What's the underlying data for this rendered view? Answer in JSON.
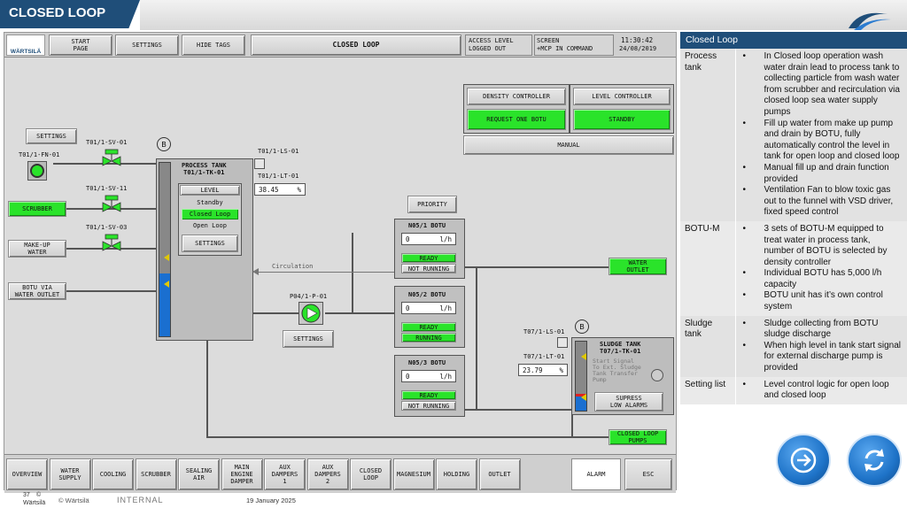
{
  "slide": {
    "title": "CLOSED LOOP",
    "page_number": "37",
    "copyright_top": "©",
    "copyright_company": "Wärtsilä",
    "copyright_footer": "© Wärtsilä",
    "classification": "INTERNAL",
    "date": "19 January 2025",
    "logo_text": "WÄRTSILÄ"
  },
  "hmi": {
    "top_bar": {
      "start_page": "START\nPAGE",
      "settings": "SETTINGS",
      "hide_tags": "HIDE TAGS",
      "screen_title": "CLOSED LOOP",
      "access_label": "ACCESS LEVEL",
      "access_value": "LOGGED OUT",
      "screen_label": "SCREEN",
      "screen_value": "+MCP IN COMMAND",
      "time": "11:30:42",
      "date": "24/08/2019"
    },
    "controllers": {
      "density_title": "DENSITY CONTROLLER",
      "density_value": "REQUEST ONE BOTU",
      "level_title": "LEVEL CONTROLLER",
      "level_value": "STANDBY",
      "manual": "MANUAL"
    },
    "left": {
      "settings": "SETTINGS",
      "fan_tag": "T01/1-FN-01",
      "sv01": "T01/1-SV-01",
      "sv11": "T01/1-SV-11",
      "sv03": "T01/1-SV-03",
      "scrubber": "SCRUBBER",
      "makeup": "MAKE-UP\nWATER",
      "botu_via": "BOTU VIA\nWATER OUTLET"
    },
    "process_tank": {
      "b": "B",
      "title": "PROCESS TANK\nT01/1-TK-01",
      "level_label": "LEVEL",
      "options": [
        "Standby",
        "Closed Loop",
        "Open Loop"
      ],
      "settings": "SETTINGS",
      "ls_tag": "T01/1-LS-01",
      "lt_tag": "T01/1-LT-01",
      "lt_value": "38.45",
      "lt_unit": "%",
      "level_fraction": 0.36
    },
    "pump": {
      "tag": "P04/1-P-01",
      "settings": "SETTINGS",
      "circulation": "Circulation"
    },
    "botu": {
      "priority": "PRIORITY",
      "units": [
        {
          "title": "N05/1 BOTU",
          "flow": "0",
          "unit": "l/h",
          "state": "READY",
          "run": "NOT RUNNING",
          "run_green": false
        },
        {
          "title": "N05/2 BOTU",
          "flow": "0",
          "unit": "l/h",
          "state": "READY",
          "run": "RUNNING",
          "run_green": true
        },
        {
          "title": "N05/3 BOTU",
          "flow": "0",
          "unit": "l/h",
          "state": "READY",
          "run": "NOT RUNNING",
          "run_green": false
        }
      ]
    },
    "water_outlet": "WATER\nOUTLET",
    "sludge": {
      "b": "B",
      "ls_tag": "T07/1-LS-01",
      "lt_tag": "T07/1-LT-01",
      "lt_value": "23.79",
      "lt_unit": "%",
      "title": "SLUDGE TANK\nT07/1-TK-01",
      "signal": "Start Signal\nTo Ext. Sludge\nTank Transfer\nPump",
      "suppress": "SUPRESS\nLOW ALARMS",
      "level_fraction": 0.24
    },
    "closed_loop_pumps": "CLOSED LOOP\nPUMPS",
    "nav": [
      "OVERVIEW",
      "WATER\nSUPPLY",
      "COOLING",
      "SCRUBBER",
      "SEALING\nAIR",
      "MAIN\nENGINE\nDAMPER",
      "AUX\nDAMPERS\n1",
      "AUX\nDAMPERS\n2",
      "CLOSED\nLOOP",
      "MAGNESIUM",
      "HOLDING",
      "OUTLET"
    ],
    "alarm": "ALARM",
    "esc": "ESC"
  },
  "info_table": {
    "heading": "Closed Loop",
    "rows": [
      {
        "label": "Process tank",
        "items": [
          "In Closed loop operation wash water drain lead to process tank to collecting particle from wash water from scrubber and recirculation via closed loop sea water supply pumps",
          "Fill up water from make up pump and drain by BOTU, fully automatically control the level in tank for open loop and closed loop",
          "Manual fill up and drain function provided",
          "Ventilation Fan to blow toxic gas out to the funnel with VSD driver, fixed speed control"
        ]
      },
      {
        "label": "BOTU-M",
        "items": [
          "3 sets of BOTU-M equipped to treat water in process tank, number of BOTU is selected by density controller",
          "Individual BOTU has 5,000 l/h capacity",
          "BOTU unit has it’s own control system"
        ]
      },
      {
        "label": "Sludge tank",
        "items": [
          "Sludge collecting from BOTU sludge discharge",
          "When high level in tank start signal for external discharge pump is provided"
        ]
      },
      {
        "label": "Setting list",
        "items": [
          "Level control logic for open loop and closed loop"
        ]
      }
    ]
  },
  "nav_buttons": {
    "forward_icon": "arrow-right-circle-icon",
    "refresh_icon": "refresh-icon",
    "accent": "#1e73c8"
  }
}
